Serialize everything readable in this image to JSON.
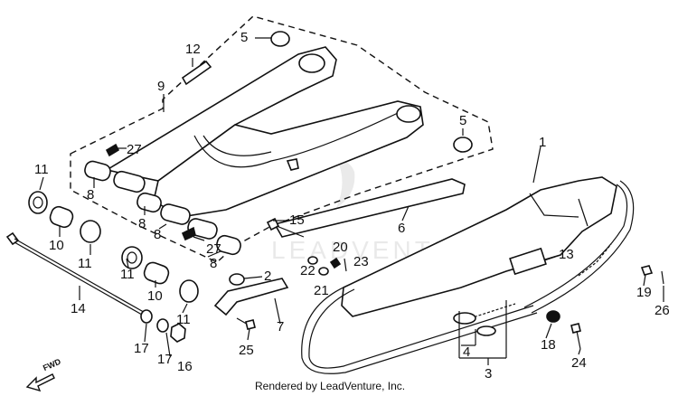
{
  "labels": {
    "l1": "1",
    "l2": "2",
    "l3": "3",
    "l4": "4",
    "l5a": "5",
    "l5b": "5",
    "l6": "6",
    "l7": "7",
    "l8a": "8",
    "l8b": "8",
    "l8c": "8",
    "l8d": "8",
    "l9": "9",
    "l10a": "10",
    "l10b": "10",
    "l11a": "11",
    "l11b": "11",
    "l11c": "11",
    "l11d": "11",
    "l12": "12",
    "l13": "13",
    "l14": "14",
    "l15": "15",
    "l16": "16",
    "l17a": "17",
    "l17b": "17",
    "l18": "18",
    "l19": "19",
    "l20": "20",
    "l21": "21",
    "l22": "22",
    "l23": "23",
    "l24": "24",
    "l25": "25",
    "l26": "26",
    "l27a": "27",
    "l27b": "27"
  },
  "footer": "Rendered by LeadVenture, Inc.",
  "fwd_label": "FWD",
  "watermark": "LEADVENTURE"
}
